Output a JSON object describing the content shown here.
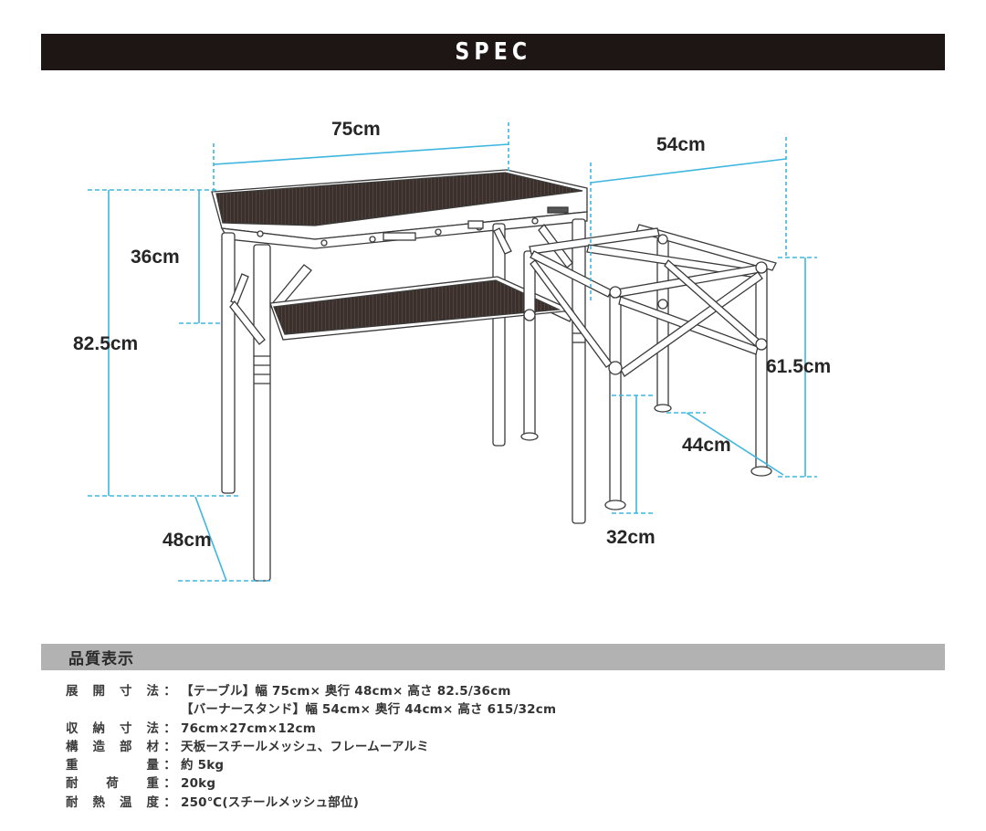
{
  "header": {
    "title": "SPEC",
    "background_color": "#1e1614"
  },
  "diagram": {
    "dimension_line_color": "#3fb6df",
    "table": {
      "width_label": "75cm",
      "depth_label": "48cm",
      "height_label": "82.5cm",
      "low_height_label": "36cm"
    },
    "burner_stand": {
      "width_label": "54cm",
      "depth_label": "44cm",
      "height_label": "61.5cm",
      "low_height_label": "32cm"
    }
  },
  "quality": {
    "title": "品質表示",
    "bar_color": "#b2b2b2",
    "rows": [
      {
        "label_chars": [
          "展",
          "開",
          "寸",
          "法"
        ],
        "colon": "：",
        "value": "【テーブル】幅 75cm× 奥行 48cm× 高さ 82.5/36cm"
      },
      {
        "label_chars": [],
        "colon": "",
        "value": "【バーナースタンド】幅 54cm× 奥行 44cm× 高さ 615/32cm"
      },
      {
        "label_chars": [
          "収",
          "納",
          "寸",
          "法"
        ],
        "colon": "：",
        "value": "76cm×27cm×12cm"
      },
      {
        "label_chars": [
          "構",
          "造",
          "部",
          "材"
        ],
        "colon": "：",
        "value": "天板ースチールメッシュ、フレームーアルミ"
      },
      {
        "label_chars": [
          "重",
          "量"
        ],
        "colon": "：",
        "value": "約 5kg"
      },
      {
        "label_chars": [
          "耐",
          "荷",
          "重"
        ],
        "colon": "：",
        "value": "20kg"
      },
      {
        "label_chars": [
          "耐",
          "熱",
          "温",
          "度"
        ],
        "colon": "：",
        "value": "250℃(スチールメッシュ部位)"
      }
    ]
  }
}
